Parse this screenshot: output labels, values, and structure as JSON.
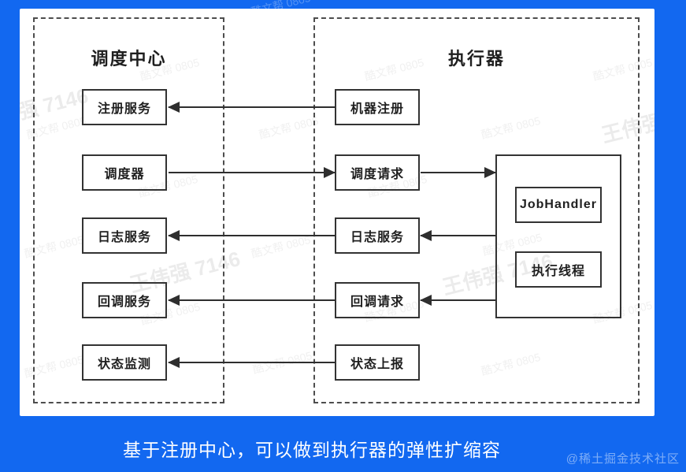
{
  "scheduler_panel": {
    "title": "调度中心",
    "nodes": {
      "registry": "注册服务",
      "dispatcher": "调度器",
      "log": "日志服务",
      "callback": "回调服务",
      "monitor": "状态监测"
    }
  },
  "executor_panel": {
    "title": "执行器",
    "nodes": {
      "machine_register": "机器注册",
      "dispatch_request": "调度请求",
      "log": "日志服务",
      "callback_request": "回调请求",
      "status_report": "状态上报"
    },
    "thread_group": {
      "job_handler": "JobHandler",
      "exec_thread": "执行线程"
    }
  },
  "footer": {
    "caption": "基于注册中心，可以做到执行器的弹性扩缩容",
    "credit": "@稀土掘金技术社区"
  },
  "watermarks": {
    "stamp_a": "酷文帮 0805",
    "stamp_b": "王伟强 7146"
  },
  "colors": {
    "background": "#1268f0",
    "box_border": "#333333",
    "dashed_border": "#4d4d4d",
    "arrow_line": "#2e2e2e",
    "caption_text": "#ffffff"
  }
}
